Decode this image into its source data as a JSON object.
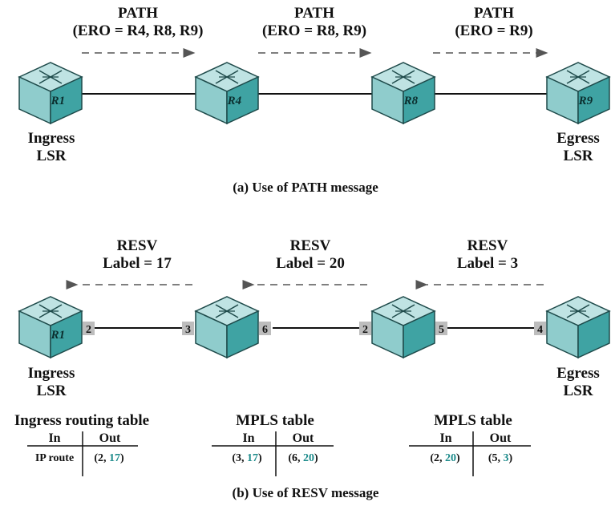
{
  "colors": {
    "router_top": "#bfe3e3",
    "router_left": "#8fcccc",
    "router_right": "#3fa3a3",
    "port_box": "#bdbdbd",
    "highlight": "#1b8a8a"
  },
  "part_a": {
    "caption": "(a) Use of PATH message",
    "routers": [
      "R1",
      "R4",
      "R8",
      "R9"
    ],
    "ingress_label": [
      "Ingress",
      "LSR"
    ],
    "egress_label": [
      "Egress",
      "LSR"
    ],
    "path_messages": [
      {
        "title": "PATH",
        "ero": "(ERO = R4, R8, R9)"
      },
      {
        "title": "PATH",
        "ero": "(ERO = R8, R9)"
      },
      {
        "title": "PATH",
        "ero": "(ERO = R9)"
      }
    ]
  },
  "part_b": {
    "caption": "(b) Use of RESV message",
    "routers": [
      "R1",
      "",
      "",
      ""
    ],
    "ingress_label": [
      "Ingress",
      "LSR"
    ],
    "egress_label": [
      "Egress",
      "LSR"
    ],
    "resv_messages": [
      {
        "title": "RESV",
        "label": "Label = 17"
      },
      {
        "title": "RESV",
        "label": "Label = 20"
      },
      {
        "title": "RESV",
        "label": "Label = 3"
      }
    ],
    "ports": [
      "2",
      "3",
      "6",
      "2",
      "5",
      "4"
    ],
    "tables": [
      {
        "title": "Ingress routing table",
        "col_in": "In",
        "col_out": "Out",
        "in_value": "IP route",
        "out_prefix": "(2, ",
        "out_label": "17",
        "out_suffix": ")"
      },
      {
        "title": "MPLS table",
        "col_in": "In",
        "col_out": "Out",
        "in_prefix": "(3, ",
        "in_label": "17",
        "in_suffix": ")",
        "out_prefix": "(6, ",
        "out_label": "20",
        "out_suffix": ")"
      },
      {
        "title": "MPLS table",
        "col_in": "In",
        "col_out": "Out",
        "in_prefix": "(2, ",
        "in_label": "20",
        "in_suffix": ")",
        "out_prefix": "(5, ",
        "out_label": "3",
        "out_suffix": ")"
      }
    ]
  }
}
